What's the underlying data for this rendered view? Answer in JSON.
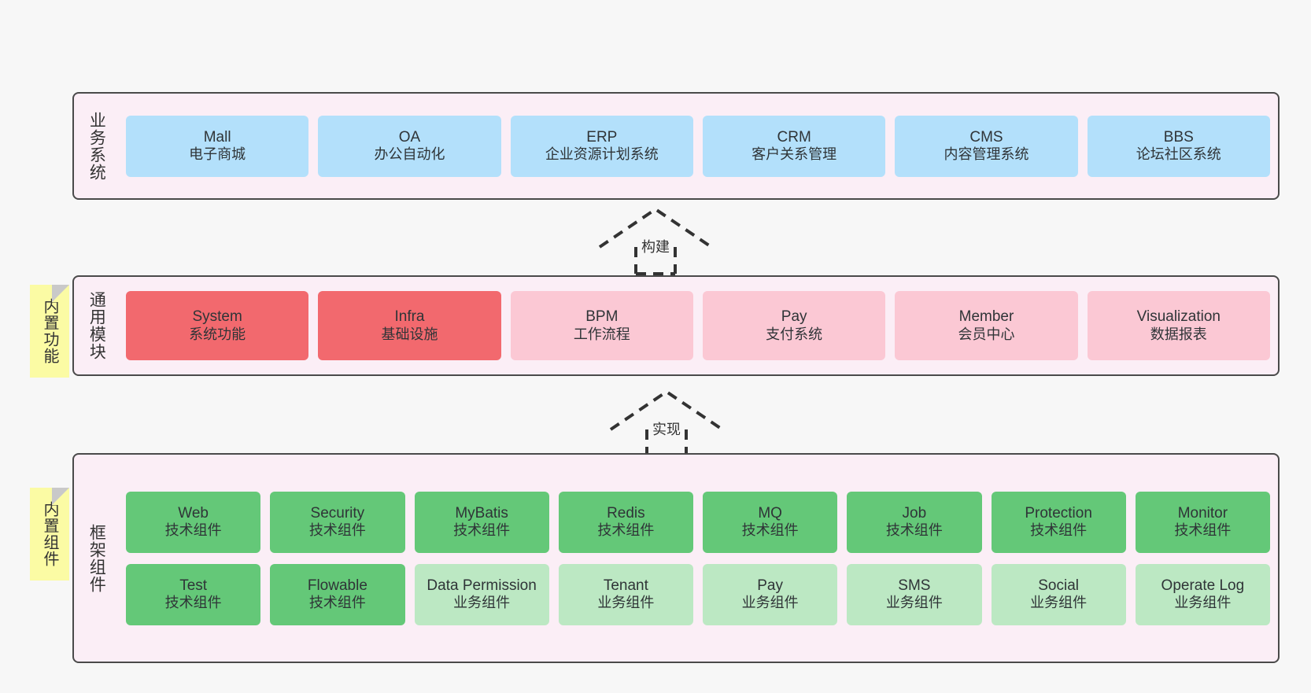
{
  "diagram": {
    "background": "#f7f7f7",
    "panel_bg": "#fbeef6",
    "panel_border": "#4a4a4a",
    "note_bg": "#fbfba4"
  },
  "layers": [
    {
      "id": "business",
      "title": "业务系统",
      "color": "#b3e0fb",
      "cards": [
        {
          "en": "Mall",
          "cn": "电子商城"
        },
        {
          "en": "OA",
          "cn": "办公自动化"
        },
        {
          "en": "ERP",
          "cn": "企业资源计划系统"
        },
        {
          "en": "CRM",
          "cn": "客户关系管理"
        },
        {
          "en": "CMS",
          "cn": "内容管理系统"
        },
        {
          "en": "BBS",
          "cn": "论坛社区系统"
        }
      ]
    },
    {
      "id": "common",
      "title": "通用模块",
      "note": "内置功能",
      "cards": [
        {
          "en": "System",
          "cn": "系统功能",
          "tone": "red"
        },
        {
          "en": "Infra",
          "cn": "基础设施",
          "tone": "red"
        },
        {
          "en": "BPM",
          "cn": "工作流程",
          "tone": "pink"
        },
        {
          "en": "Pay",
          "cn": "支付系统",
          "tone": "pink"
        },
        {
          "en": "Member",
          "cn": "会员中心",
          "tone": "pink"
        },
        {
          "en": "Visualization",
          "cn": "数据报表",
          "tone": "pink"
        }
      ]
    },
    {
      "id": "framework",
      "title": "框架组件",
      "note": "内置组件",
      "row1": [
        {
          "en": "Web",
          "cn": "技术组件",
          "tone": "green"
        },
        {
          "en": "Security",
          "cn": "技术组件",
          "tone": "green"
        },
        {
          "en": "MyBatis",
          "cn": "技术组件",
          "tone": "green"
        },
        {
          "en": "Redis",
          "cn": "技术组件",
          "tone": "green"
        },
        {
          "en": "MQ",
          "cn": "技术组件",
          "tone": "green"
        },
        {
          "en": "Job",
          "cn": "技术组件",
          "tone": "green"
        },
        {
          "en": "Protection",
          "cn": "技术组件",
          "tone": "green"
        },
        {
          "en": "Monitor",
          "cn": "技术组件",
          "tone": "green"
        }
      ],
      "row2": [
        {
          "en": "Test",
          "cn": "技术组件",
          "tone": "green"
        },
        {
          "en": "Flowable",
          "cn": "技术组件",
          "tone": "green"
        },
        {
          "en": "Data Permission",
          "cn": "业务组件",
          "tone": "lgreen"
        },
        {
          "en": "Tenant",
          "cn": "业务组件",
          "tone": "lgreen"
        },
        {
          "en": "Pay",
          "cn": "业务组件",
          "tone": "lgreen"
        },
        {
          "en": "SMS",
          "cn": "业务组件",
          "tone": "lgreen"
        },
        {
          "en": "Social",
          "cn": "业务组件",
          "tone": "lgreen"
        },
        {
          "en": "Operate Log",
          "cn": "业务组件",
          "tone": "lgreen"
        }
      ]
    }
  ],
  "arrows": [
    {
      "id": "build",
      "label": "构建"
    },
    {
      "id": "implement",
      "label": "实现"
    }
  ]
}
